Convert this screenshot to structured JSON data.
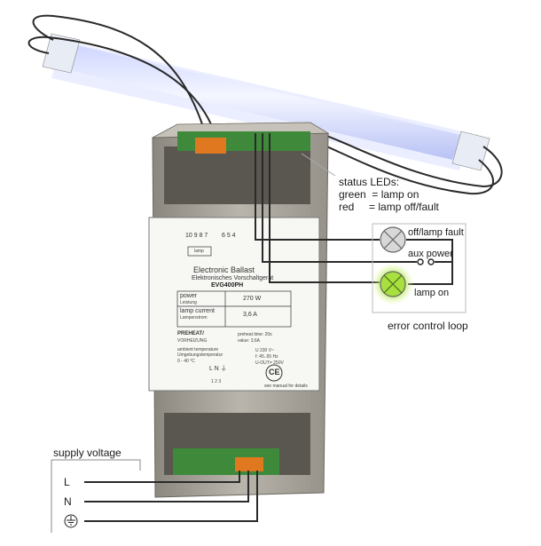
{
  "annotations": {
    "status_leds_title": "status LEDs:",
    "status_green": "green  = lamp on",
    "status_red": "red     = lamp off/fault",
    "off_fault": "off/lamp fault",
    "aux_power": "aux power",
    "lamp_on": "lamp on",
    "error_loop": "error control loop",
    "supply_voltage": "supply voltage",
    "L": "L",
    "N": "N"
  },
  "label": {
    "terminals_left": "10 9 8 7",
    "terminals_mid": "6 5 4",
    "lamp_box": "lamp",
    "title1": "Electronic Ballast",
    "title2": "Elektronisches Vorschaltgerät",
    "model": "EVG400PH",
    "power_label": "power",
    "power_sub": "Leistung",
    "power_value": "270 W",
    "current_label": "lamp current",
    "current_sub": "Lampenstrom",
    "current_value": "3,6 A",
    "preheat_label": "PREHEAT/",
    "preheat_sub": "VORHEIZUNG",
    "preheat_time": "preheat time: 20s",
    "preheat_value": "value: 3,6A",
    "ambient": "ambient temperature",
    "ambient_sub": "Umgebungstemperatur",
    "ambient_range": "0 - 40 °C",
    "voltage1": "U 230 V~",
    "voltage2": "f: 45..65 Hz",
    "voltage3": "U-OUT= 250V",
    "lne": "L N ⏚",
    "lne_nums": "1 2 3",
    "ce": "CE",
    "manual": "see manual for details"
  },
  "colors": {
    "wire": "#2a2a2a",
    "led_on": "#a8e040",
    "led_off": "#d8d8d8",
    "housing": "#a9a49a",
    "pcb": "#3f8a3a"
  }
}
